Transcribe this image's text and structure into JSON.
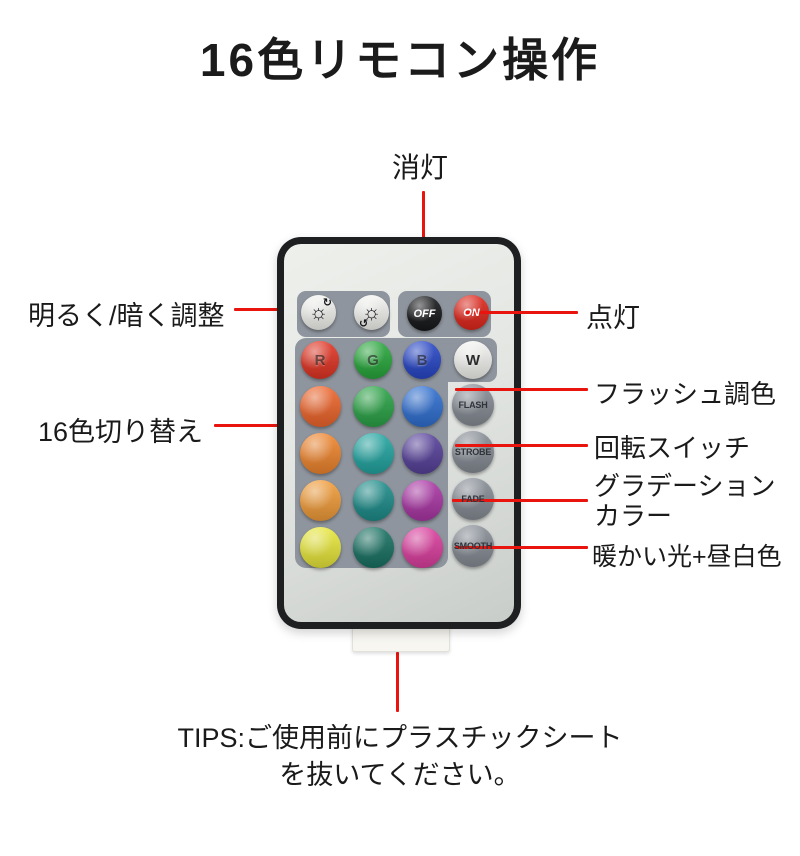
{
  "title": "16色リモコン操作",
  "colors": {
    "line_red": "#e9140e",
    "remote_border": "#1e1f21",
    "pad_gray": "#8f959e",
    "mode_button_gray": "#878d96",
    "off_button": "#17181a",
    "on_button": "#e0271c"
  },
  "annotations": {
    "off": "消灯",
    "brightness": "明るく/暗く調整",
    "on": "点灯",
    "switch16": "16色切り替え",
    "flash": "フラッシュ調色",
    "strobe": "回転スイッチ",
    "fade_line1": "グラデーション",
    "fade_line2": "カラー",
    "smooth": "暖かい光+昼白色",
    "tips_line1": "TIPS:ご使用前にプラスチックシート",
    "tips_line2": "を抜いてください。"
  },
  "icons": {
    "sun": "☼",
    "arrow_up": "↻",
    "arrow_down": "↺"
  },
  "remote": {
    "power": {
      "off": "OFF",
      "on": "ON"
    },
    "rgbw": [
      {
        "label": "R",
        "color": "#e23524"
      },
      {
        "label": "G",
        "color": "#28a83c"
      },
      {
        "label": "B",
        "color": "#2847c8"
      },
      {
        "label": "W",
        "color": "#f4f4f1"
      }
    ],
    "mode_buttons": [
      "FLASH",
      "STROBE",
      "FADE",
      "SMOOTH"
    ],
    "color_grid": [
      [
        "#ef662c",
        "#2ba447",
        "#3070d2"
      ],
      [
        "#f0862e",
        "#23a6a2",
        "#57419b"
      ],
      [
        "#f29d3a",
        "#1d8d8a",
        "#ab37a6"
      ],
      [
        "#e9e83b",
        "#197263",
        "#dc3f9f"
      ]
    ]
  }
}
